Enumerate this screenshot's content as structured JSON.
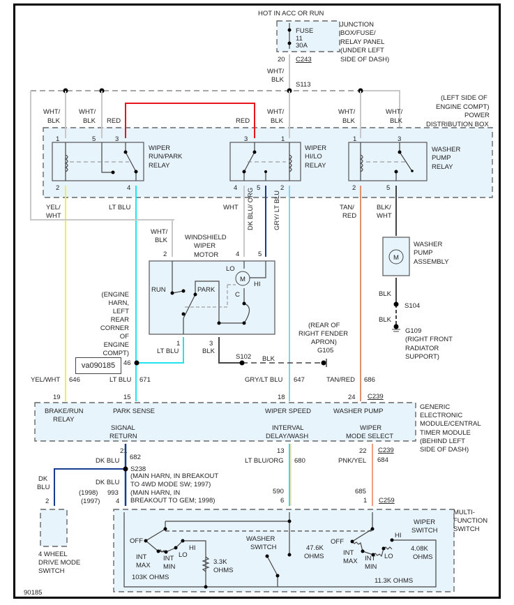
{
  "diagram_id": "90185",
  "overlay_label": "va090185",
  "power": {
    "label": "HOT IN ACC OR RUN",
    "fuse": {
      "name": "FUSE",
      "number": "11",
      "rating": "30A"
    },
    "location": [
      "JUNCTION",
      "BOX/FUSE/",
      "RELAY PANEL",
      "(UNDER LEFT",
      "SIDE OF DASH)"
    ],
    "connector": "C243",
    "pin": "20",
    "wire": [
      "WHT/",
      "BLK"
    ],
    "splice": "S113"
  },
  "pdb": {
    "location": [
      "(LEFT SIDE OF",
      "ENGINE COMPT)",
      "POWER",
      "DISTRIBUTION BOX"
    ],
    "relays": [
      {
        "name": [
          "WIPER",
          "RUN/PARK",
          "RELAY"
        ],
        "pins_top": [
          "1",
          "5",
          "3"
        ],
        "pins_bottom": [
          "2",
          "4"
        ]
      },
      {
        "name": [
          "WIPER",
          "HI/LO",
          "RELAY"
        ],
        "pins_top": [
          "3",
          "1"
        ],
        "pins_bottom": [
          "4",
          "5",
          "2"
        ]
      },
      {
        "name": [
          "WASHER",
          "PUMP",
          "RELAY"
        ],
        "pins_top": [
          "1",
          "3"
        ],
        "pins_bottom": [
          "2",
          "5"
        ]
      }
    ]
  },
  "wire_labels": {
    "wht_blk": [
      "WHT/",
      "BLK"
    ],
    "red": "RED",
    "yel_wht": [
      "YEL/",
      "WHT"
    ],
    "lt_blu": "LT BLU",
    "wht": "WHT",
    "dk_blu_org": "DK BLU/ ORG",
    "gry_lt_blu": "GRY/ LT BLU",
    "tan_red": [
      "TAN/",
      "RED"
    ],
    "blk_wht": [
      "BLK/",
      "WHT"
    ],
    "blk": "BLK"
  },
  "motor": {
    "name": [
      "WINDSHIELD",
      "WIPER",
      "MOTOR"
    ],
    "pins": [
      "2",
      "4",
      "5",
      "1",
      "3"
    ],
    "labels": {
      "run": "RUN",
      "park": "PARK",
      "lo": "LO",
      "hi": "HI",
      "c": "C",
      "m": "M"
    },
    "location": [
      "(ENGINE",
      "HARN,",
      "LEFT",
      "REAR",
      "CORNER",
      "OF",
      "ENGINE",
      "COMPT)"
    ],
    "splice_pin": "46",
    "ground_splice": "S102",
    "ground": {
      "name": "G105",
      "location": [
        "(REAR OF",
        "RIGHT FENDER",
        "APRON)"
      ]
    }
  },
  "washer_pump": {
    "name": [
      "WASHER",
      "PUMP",
      "ASSEMBLY"
    ],
    "splice": "S104",
    "ground": {
      "name": "G109",
      "location": [
        "(RIGHT FRONT",
        "RADIATOR",
        "SUPPORT)"
      ]
    }
  },
  "gem": {
    "name": [
      "GENERIC",
      "ELECTRONIC",
      "MODULE/CENTRAL",
      "TIMER MODULE",
      "(BEHIND LEFT",
      "SIDE OF DASH)"
    ],
    "connector": "C239",
    "inputs": [
      {
        "wire": "YEL/WHT",
        "circuit": "646",
        "pin": "19",
        "function": [
          "BRAKE/RUN",
          "RELAY"
        ]
      },
      {
        "wire": "LT BLU",
        "circuit": "671",
        "pin": "15",
        "function": [
          "PARK SENSE"
        ]
      },
      {
        "wire": "GRY/LT BLU",
        "circuit": "647",
        "pin": "18",
        "function": [
          "WIPER SPEED"
        ]
      },
      {
        "wire": "TAN/RED",
        "circuit": "686",
        "pin": "24",
        "function": [
          "WASHER PUMP"
        ]
      }
    ],
    "outputs": [
      {
        "function": [
          "SIGNAL",
          "RETURN"
        ],
        "pin": "21",
        "wire": "DK BLU",
        "circuit": "682"
      },
      {
        "function": [
          "INTERVAL",
          "DELAY/WASH"
        ],
        "pin": "13",
        "wire": "LT BLU/ORG",
        "circuit": "680"
      },
      {
        "function": [
          "WIPER",
          "MODE SELECT"
        ],
        "pin": "22",
        "wire": "PNK/YEL",
        "circuit": "684"
      }
    ]
  },
  "s238": {
    "name": "S238",
    "notes": [
      "(MAIN HARN, IN BREAKOUT",
      "TO 4WD MODE SW; 1997)",
      "(MAIN HARN, IN",
      "BREAKOUT TO GEM; 1998)"
    ],
    "wire": "DK BLU",
    "year_1998": "(1998)",
    "year_1997": "(1997)",
    "circuit": "993",
    "pin": "4",
    "branch_wire": [
      "DK",
      "BLU"
    ],
    "branch_pin": "2"
  },
  "four_wd": {
    "name": [
      "4 WHEEL",
      "DRIVE MODE",
      "SWITCH"
    ]
  },
  "mfs": {
    "name": [
      "MULTI-",
      "FUNCTION",
      "SWITCH"
    ],
    "connector": "C259",
    "pin_590": {
      "circuit": "590",
      "pin": "6"
    },
    "pin_685": {
      "circuit": "685",
      "pin": "1"
    },
    "washer_switch": [
      "WASHER",
      "SWITCH"
    ],
    "wiper_switch": [
      "WIPER",
      "SWITCH"
    ],
    "left": {
      "off": "OFF",
      "int_max": [
        "INT",
        "MAX"
      ],
      "int_min": [
        "INT",
        "MIN"
      ],
      "lo": "LO",
      "hi": "HI",
      "r1": "103K OHMS",
      "r2": [
        "3.3K",
        "OHMS"
      ]
    },
    "right": {
      "off": "OFF",
      "int_max": [
        "INT",
        "MAX"
      ],
      "int_min": [
        "INT",
        "MIN"
      ],
      "lo": "LO",
      "hi": "HI",
      "r1": [
        "47.6K",
        "OHMS"
      ],
      "r2": "11.3K  OHMS",
      "r3": [
        "4.08K",
        "OHMS"
      ]
    }
  },
  "colors": {
    "red": "#e8141c",
    "yellow": "#f4f040",
    "cyan": "#22e4f0",
    "dark_blue": "#1a3a8c",
    "tan": "#e0906a",
    "pink": "#f0a080",
    "gray": "#c8c8c8",
    "black": "#444444",
    "box_fill": "#e8f4fc"
  }
}
